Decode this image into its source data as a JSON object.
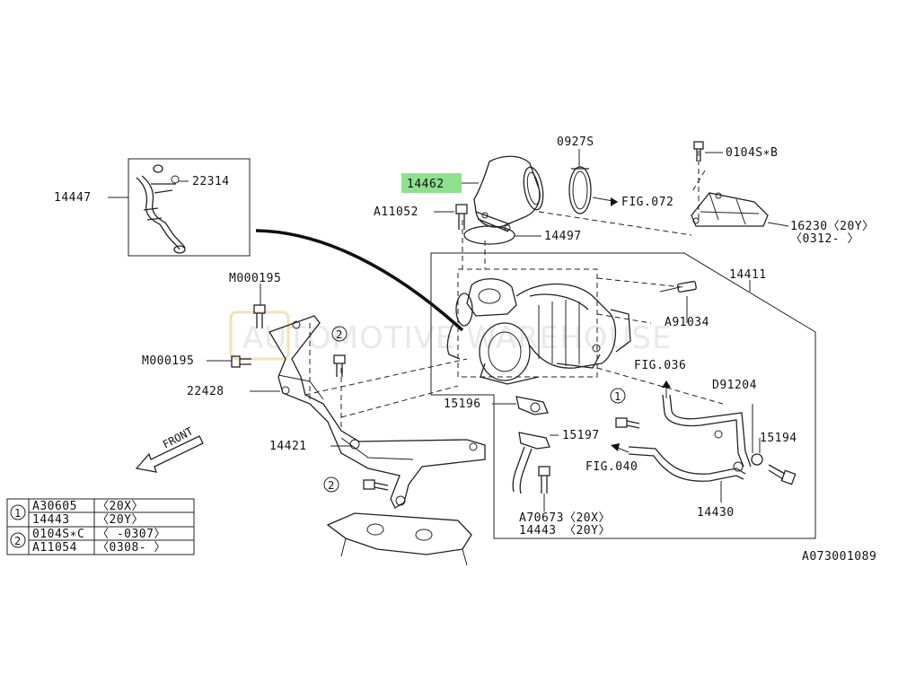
{
  "diagram_id": "A073001089",
  "watermark": "AUTOMOTIVE WAREHOUSE",
  "highlight_color": "#8fe08f",
  "front_label": "FRONT",
  "labels": {
    "p14447": "14447",
    "p22314": "22314",
    "p14462": "14462",
    "p0927S": "0927S",
    "p0104SB": "0104S∗B",
    "fig072": "FIG.072",
    "a11052": "A11052",
    "p14497": "14497",
    "p16230": "16230〈20Y〉",
    "p16230b": "〈0312-    〉",
    "p14411": "14411",
    "m000195a": "M000195",
    "m000195b": "M000195",
    "a91034": "A91034",
    "fig036": "FIG.036",
    "p22428": "22428",
    "d91204": "D91204",
    "p15196": "15196",
    "p15194": "15194",
    "p14421": "14421",
    "p15197": "15197",
    "fig040": "FIG.040",
    "a70673": "A70673〈20X〉",
    "p14443": "14443  〈20Y〉",
    "p14430": "14430"
  },
  "callout_markers": [
    "1",
    "2"
  ],
  "legend": {
    "rows": [
      {
        "marker": "1",
        "part": "A30605",
        "note": "〈20X〉"
      },
      {
        "marker": "",
        "part": "14443",
        "note": "〈20Y〉"
      },
      {
        "marker": "2",
        "part": "0104S∗C",
        "note": "〈     -0307〉"
      },
      {
        "marker": "",
        "part": "A11054",
        "note": "〈0308-      〉"
      }
    ]
  }
}
